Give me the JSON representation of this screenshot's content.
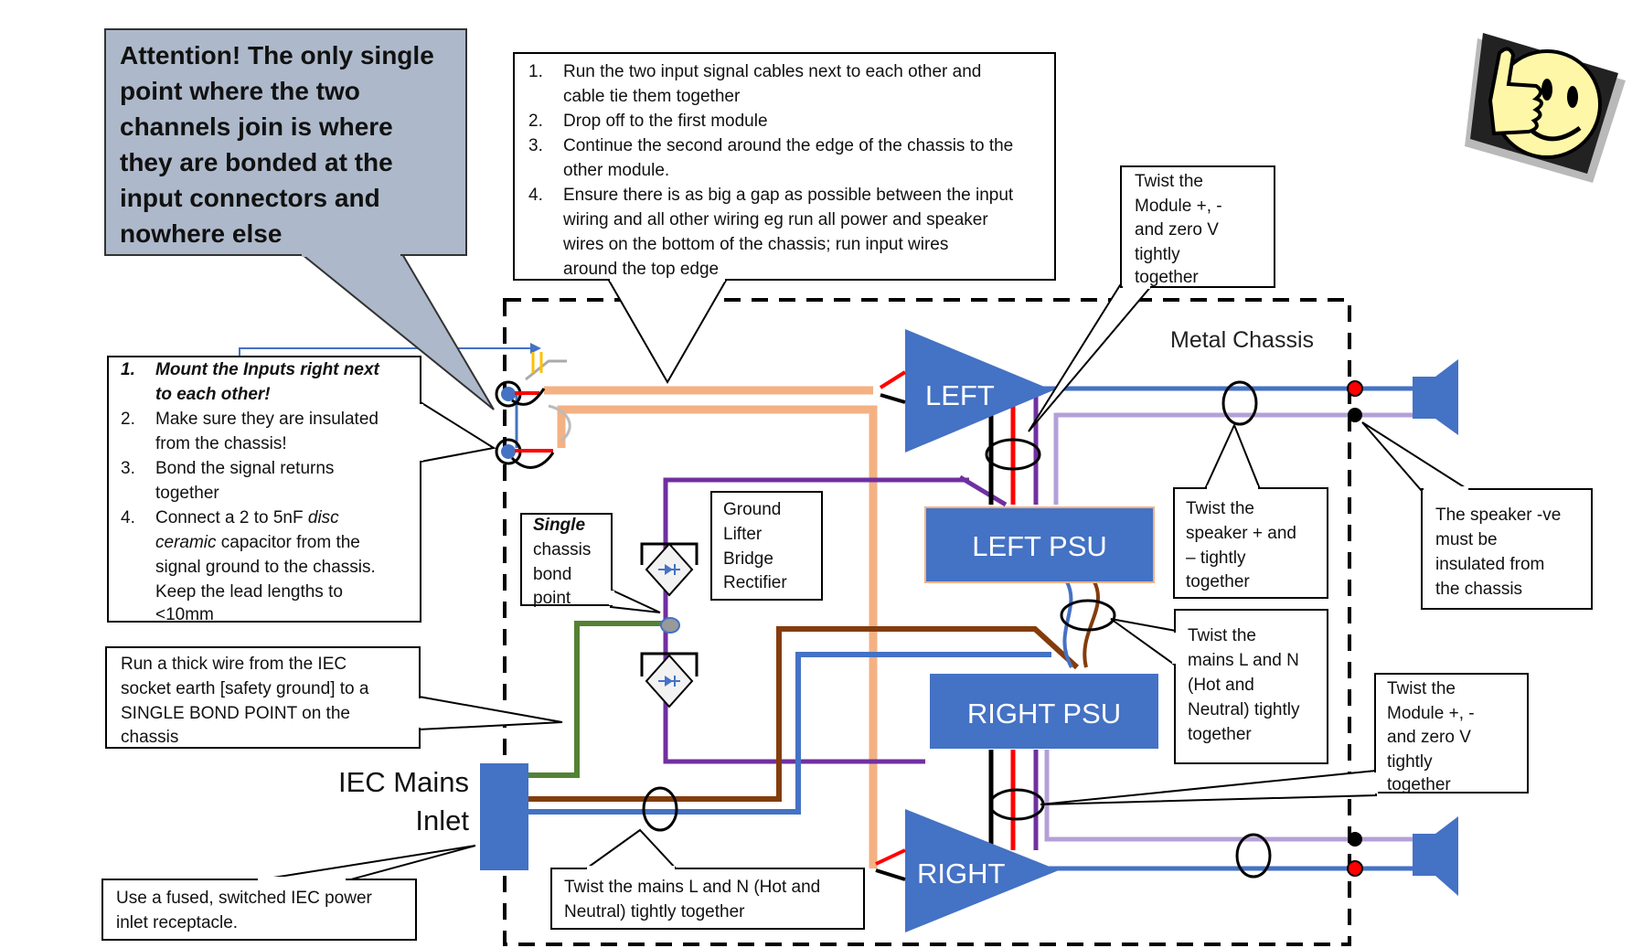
{
  "attention_callout": [
    "Attention! The only single",
    "point where the two",
    "channels join is where",
    "they are bonded at the",
    "input connectors and",
    "nowhere else"
  ],
  "routing_notes": [
    {
      "num": "1.",
      "lines": [
        "Run the two input signal cables next to each other and",
        "cable tie them together"
      ]
    },
    {
      "num": "2.",
      "lines": [
        "Drop off to the first module"
      ]
    },
    {
      "num": "3.",
      "lines": [
        "Continue the second around the edge of the chassis to the",
        "other module."
      ]
    },
    {
      "num": "4.",
      "lines": [
        "Ensure there is as big a gap as possible between the input",
        "wiring and all other wiring eg run all power and speaker",
        "wires on the bottom of the chassis; run input wires",
        "around the top edge"
      ]
    }
  ],
  "input_notes": {
    "n1": "1.",
    "l1a": "Mount the Inputs right next",
    "l1b": "to each other!",
    "n2": "2.",
    "l2a": "Make sure they are insulated",
    "l2b": "from the chassis!",
    "n3": "3.",
    "l3a": "Bond the signal returns",
    "l3b": "together",
    "n4": "4.",
    "l4a_pre": "Connect a 2 to 5nF ",
    "l4a_em": "disc",
    "l4b_em": "ceramic",
    "l4b_post": " capacitor from the",
    "l4c": "signal ground to the chassis.",
    "l4d": "Keep the lead lengths to",
    "l4e": "<10mm"
  },
  "earth_note": [
    "Run a thick wire from the IEC",
    "socket earth [safety ground] to a",
    "SINGLE BOND POINT on the",
    "chassis"
  ],
  "fused_note": [
    "Use a fused, switched IEC power",
    "inlet receptacle."
  ],
  "mains_twist_note": [
    "Twist the mains L and N (Hot and",
    "Neutral) tightly together"
  ],
  "single_bond_note": {
    "l1": "Single",
    "l2": "chassis",
    "l3": "bond",
    "l4": "point"
  },
  "ground_lifter_note": [
    "Ground",
    "Lifter",
    "Bridge",
    "Rectifier"
  ],
  "module_twist_top": [
    "Twist the",
    "Module +, -",
    "and zero V",
    "tightly",
    "together"
  ],
  "module_twist_bottom": [
    "Twist the",
    "Module +, -",
    "and zero V",
    "tightly",
    "together"
  ],
  "speaker_twist_note": [
    "Twist the",
    "speaker + and",
    "– tightly",
    "together"
  ],
  "psu_mains_twist_note": [
    "Twist the",
    "mains L and N",
    "(Hot and",
    "Neutral) tightly",
    "together"
  ],
  "speaker_neg_note": [
    "The speaker -ve",
    "must be",
    "insulated from",
    "the chassis"
  ],
  "chassis_label": "Metal Chassis",
  "iec_label": [
    "IEC Mains",
    "Inlet"
  ],
  "amp_left_label": "LEFT",
  "amp_right_label": "RIGHT",
  "psu_left_label": "LEFT PSU",
  "psu_right_label": "RIGHT PSU",
  "colors": {
    "block_blue": "#4472c4",
    "callout_grey": "#adb9ca",
    "wire_orange": "#f4b183",
    "wire_purple": "#7030a0",
    "wire_lilac": "#b4a0d8",
    "wire_brown": "#843c0c",
    "wire_green": "#548235",
    "wire_red": "#ff0000"
  }
}
